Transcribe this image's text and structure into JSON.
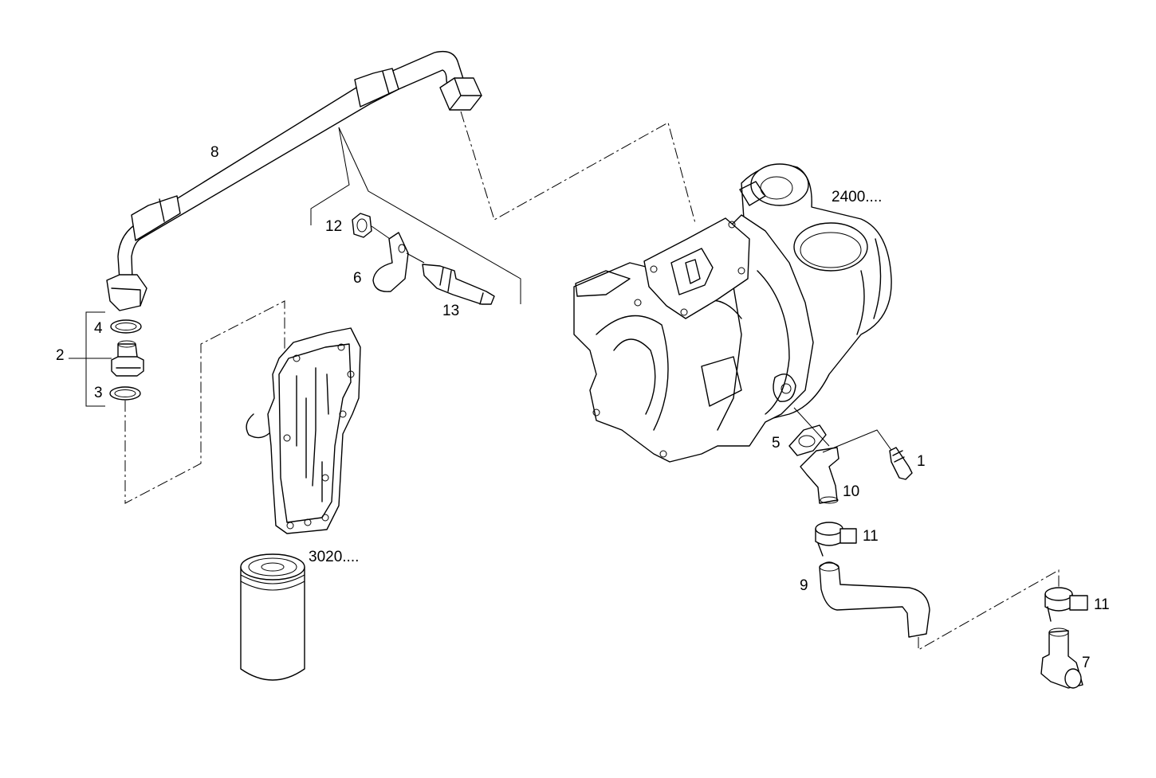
{
  "labels": {
    "p1": "1",
    "p2": "2",
    "p3": "3",
    "p4": "4",
    "p5": "5",
    "p6": "6",
    "p7": "7",
    "p8": "8",
    "p9": "9",
    "p10": "10",
    "p11a": "11",
    "p11b": "11",
    "p12": "12",
    "p13": "13",
    "ref_turbo": "2400....",
    "ref_filter": "3020...."
  }
}
